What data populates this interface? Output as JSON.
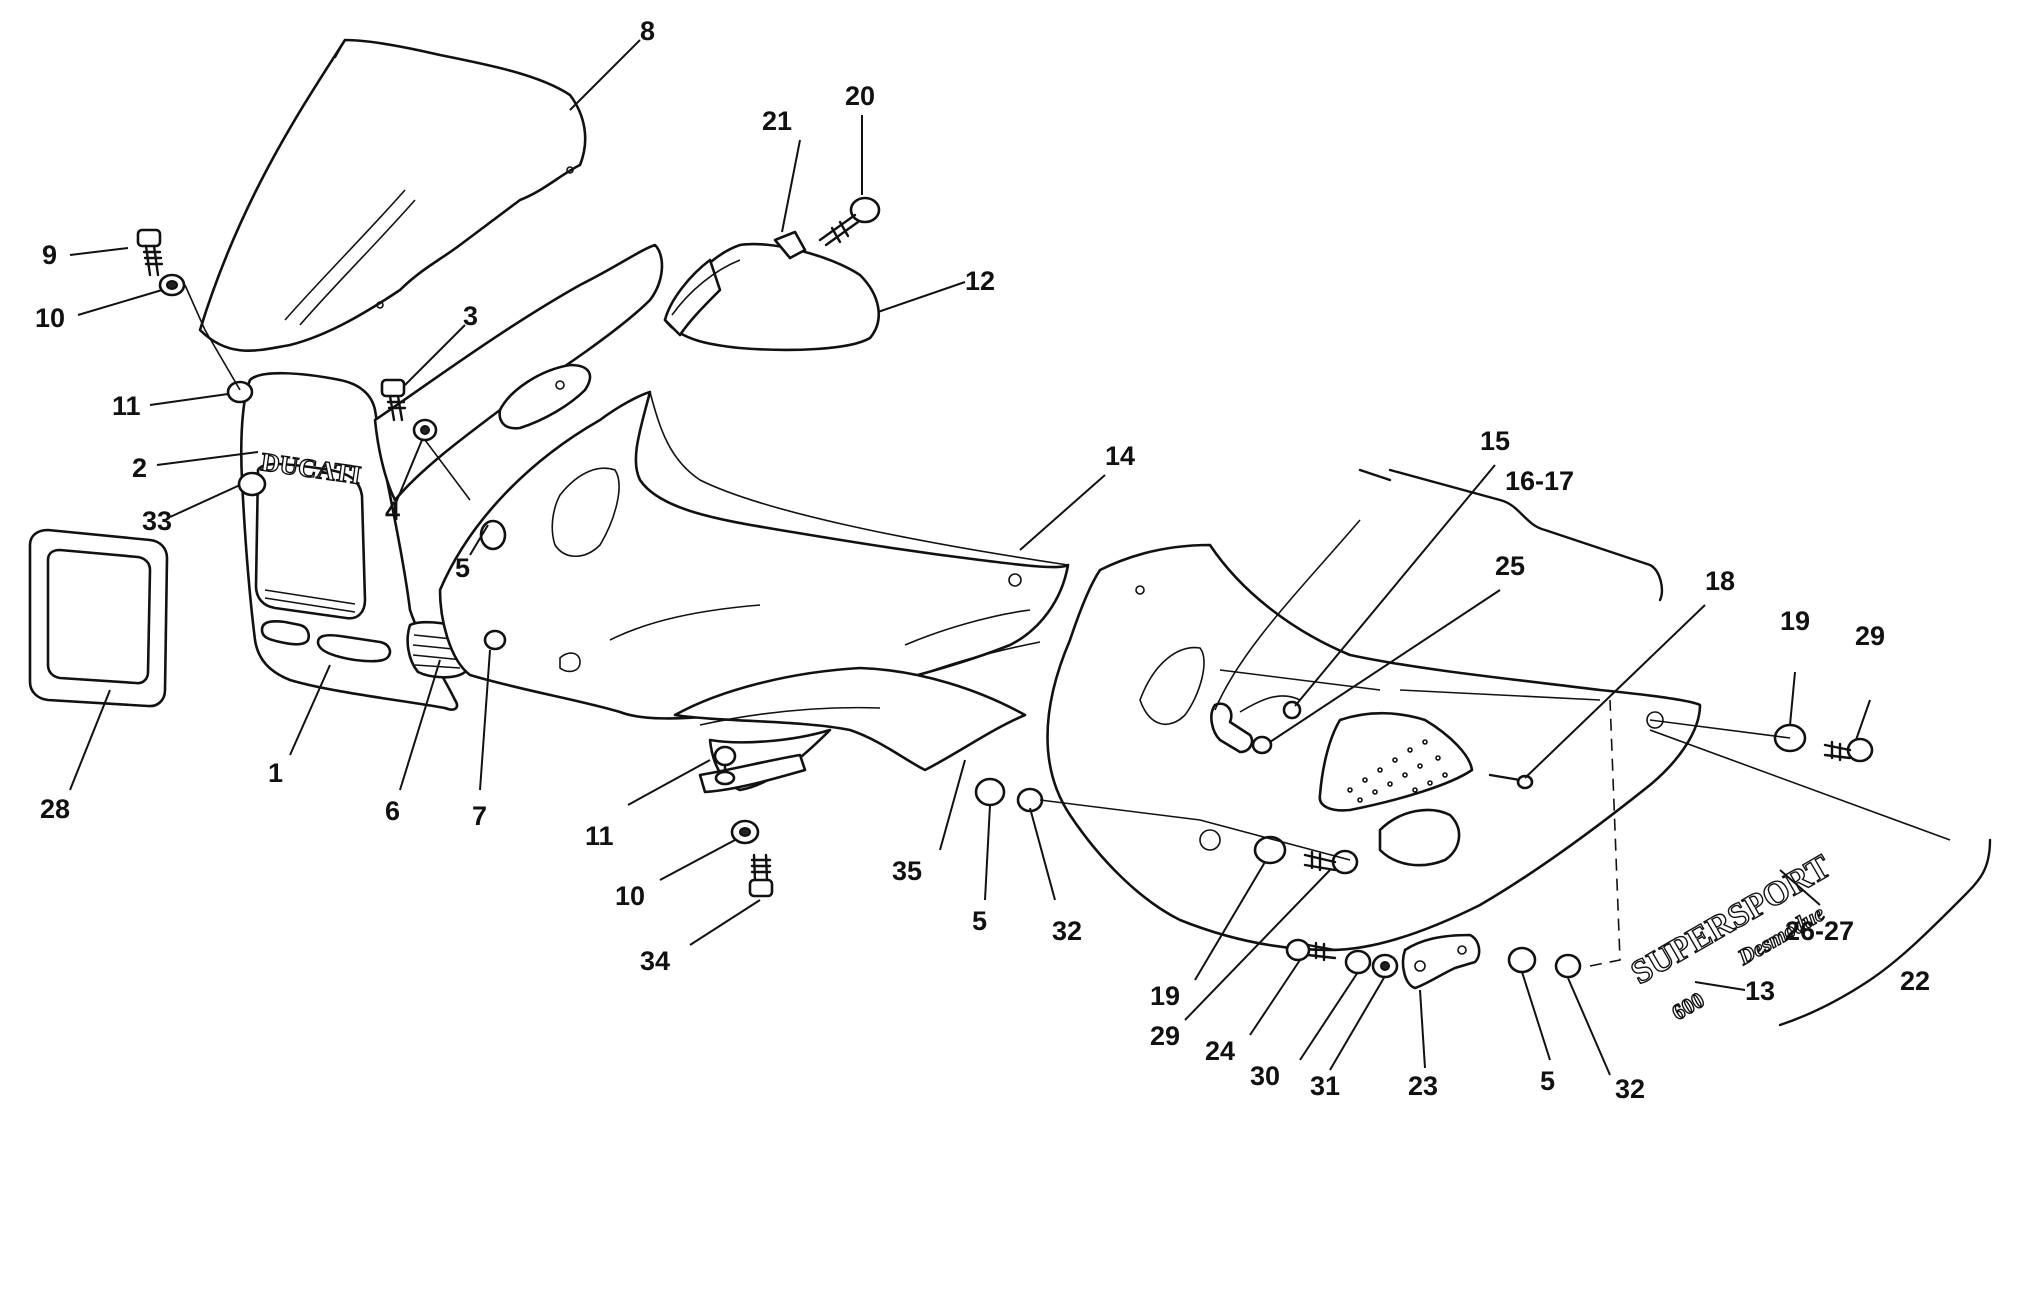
{
  "decals": {
    "brand": "DUCATI",
    "model": "SUPERSPORT",
    "model_sub": "Desmodue",
    "displacement": "600"
  },
  "labels": {
    "l8": "8",
    "l9": "9",
    "l10a": "10",
    "l3": "3",
    "l21": "21",
    "l20": "20",
    "l12": "12",
    "l11a": "11",
    "l2": "2",
    "l33": "33",
    "l4": "4",
    "l14": "14",
    "l15": "15",
    "l1617": "16-17",
    "l25": "25",
    "l18": "18",
    "l19a": "19",
    "l29a": "29",
    "l5a": "5",
    "l28": "28",
    "l1": "1",
    "l6": "6",
    "l7": "7",
    "l11b": "11",
    "l10b": "10",
    "l35": "35",
    "l5b": "5",
    "l32a": "32",
    "l34": "34",
    "l2627": "26-27",
    "l13": "13",
    "l22": "22",
    "l19b": "19",
    "l29b": "29",
    "l24": "24",
    "l30": "30",
    "l31": "31",
    "l23": "23",
    "l5c": "5",
    "l32b": "32"
  }
}
